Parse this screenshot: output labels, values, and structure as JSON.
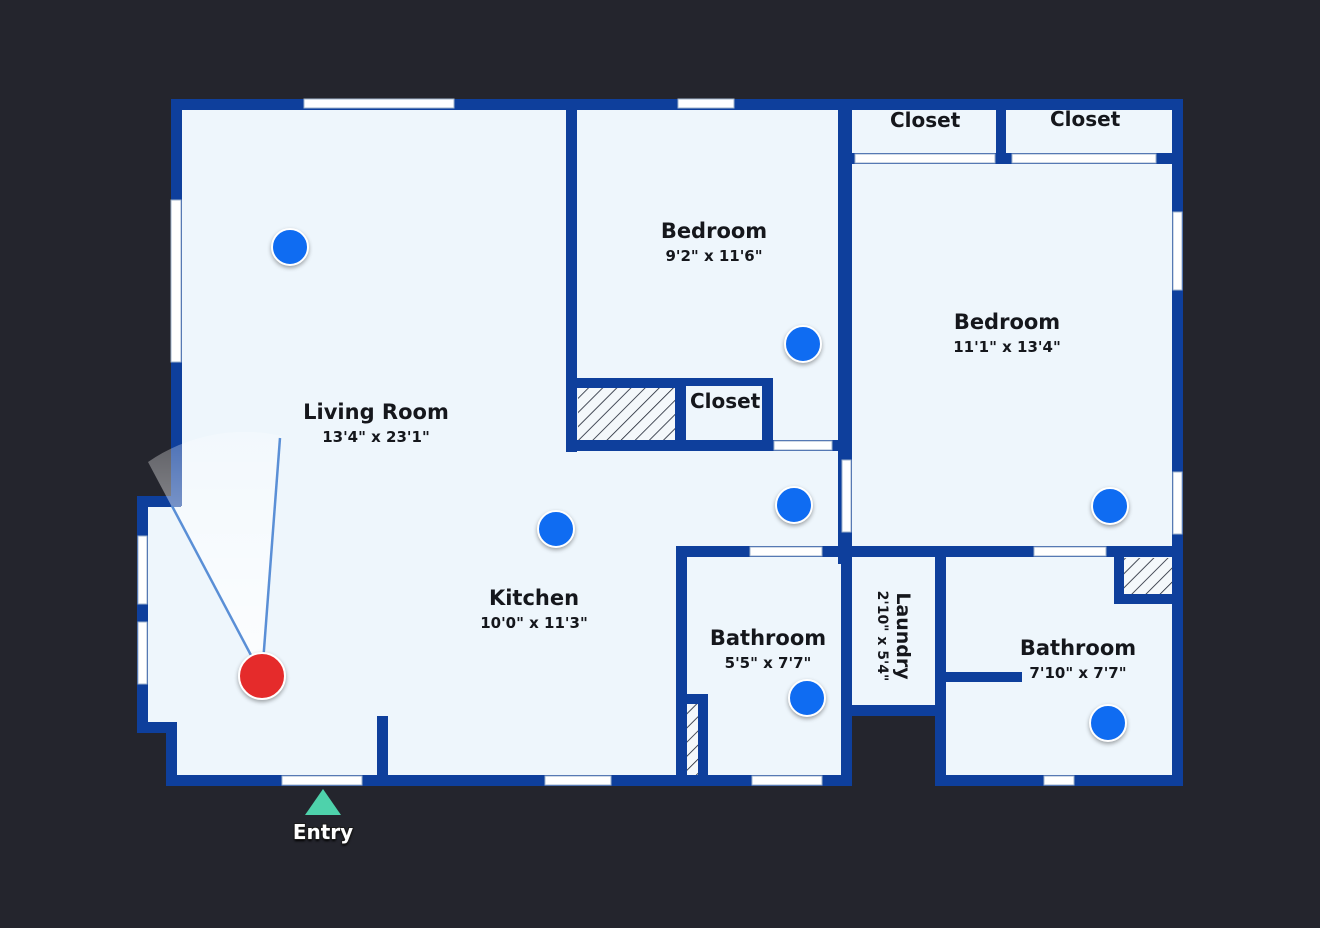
{
  "rooms": {
    "living": {
      "name": "Living Room",
      "dims": "13'4\" x 23'1\""
    },
    "bedroom1": {
      "name": "Bedroom",
      "dims": "9'2\" x 11'6\""
    },
    "bedroom2": {
      "name": "Bedroom",
      "dims": "11'1\" x 13'4\""
    },
    "kitchen": {
      "name": "Kitchen",
      "dims": "10'0\" x 11'3\""
    },
    "bathroom1": {
      "name": "Bathroom",
      "dims": "5'5\" x 7'7\""
    },
    "bathroom2": {
      "name": "Bathroom",
      "dims": "7'10\" x 7'7\""
    },
    "laundry": {
      "name": "Laundry",
      "dims": "2'10\" x 5'4\""
    }
  },
  "closets": [
    "Closet",
    "Closet",
    "Closet"
  ],
  "entry": {
    "label": "Entry"
  },
  "colors": {
    "background": "#24252d",
    "wall": "#0e3f9c",
    "floor": "#eef6fc",
    "marker": "#0f6cf2",
    "current_marker": "#e52b2b",
    "entry_arrow": "#4ed2ab"
  }
}
